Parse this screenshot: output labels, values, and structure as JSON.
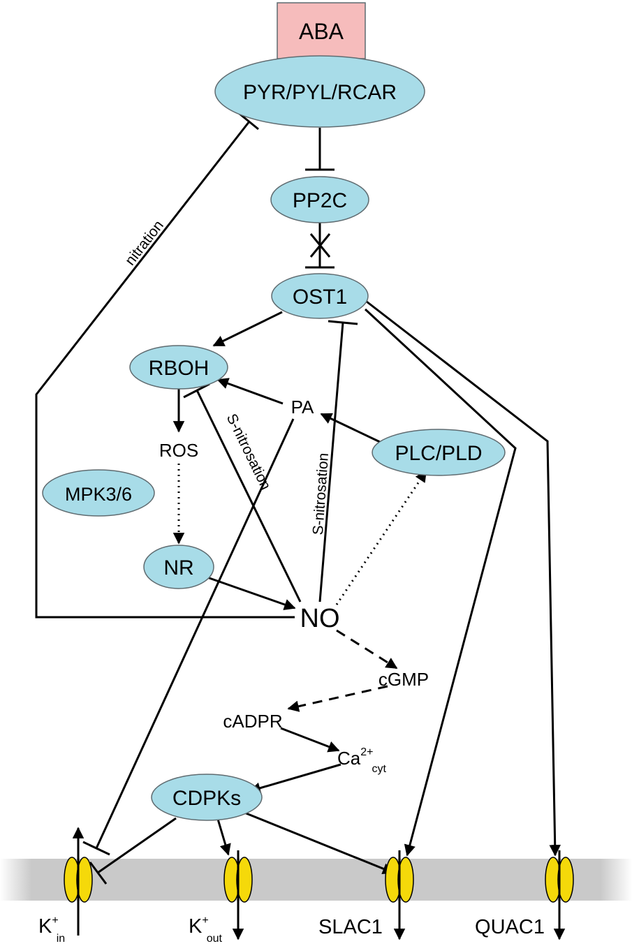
{
  "colors": {
    "node_fill": "#a8dce8",
    "aba_fill": "#f6bcbc",
    "membrane": "#c9c9c9",
    "channel": "#f5d90a"
  },
  "nodes": {
    "aba": "ABA",
    "pyr": "PYR/PYL/RCAR",
    "pp2c": "PP2C",
    "ost1": "OST1",
    "rboh": "RBOH",
    "pa": "PA",
    "plc": "PLC/PLD",
    "ros": "ROS",
    "mpk": "MPK3/6",
    "nr": "NR",
    "no": "NO",
    "cgmp": "cGMP",
    "cadpr": "cADPR",
    "ca": {
      "base": "Ca",
      "sup": "2+",
      "sub": "cyt"
    },
    "cdpks": "CDPKs"
  },
  "edge_labels": {
    "nitration": "nitration",
    "snitro_left": "S-nitrosation",
    "snitro_mid": "S-nitrosation"
  },
  "channels": {
    "kin": {
      "base": "K",
      "sup": "+",
      "sub": "in"
    },
    "kout": {
      "base": "K",
      "sup": "+",
      "sub": "out"
    },
    "slac1": "SLAC1",
    "quac1": "QUAC1"
  }
}
